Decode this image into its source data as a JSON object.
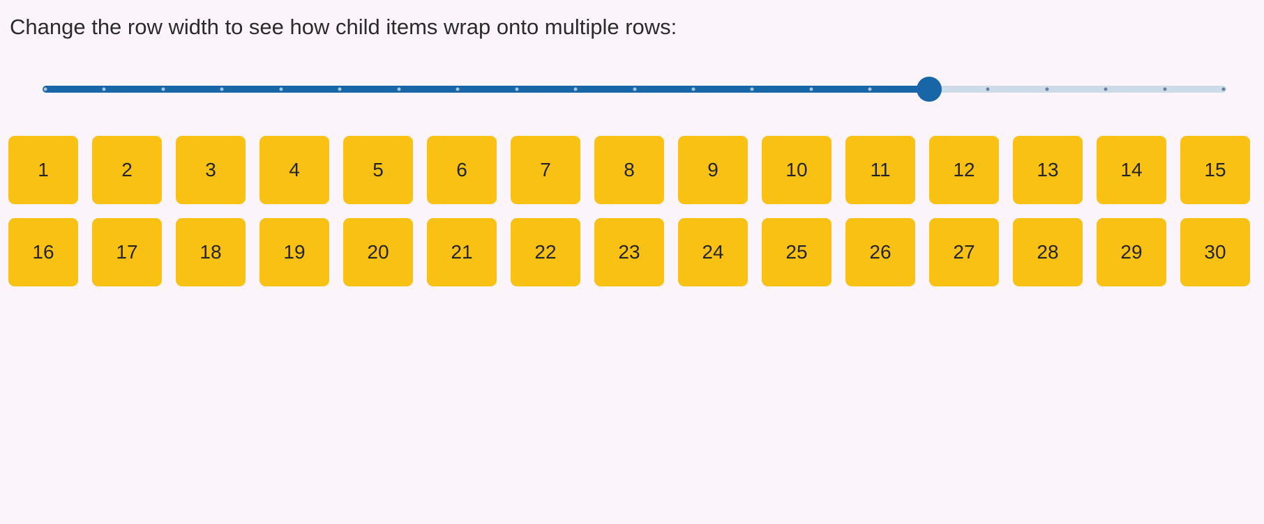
{
  "page": {
    "background": "#FBF4FA",
    "title_color": "#2B2B2B"
  },
  "instruction": {
    "text": "Change the row width to see how child items wrap onto multiple rows:"
  },
  "slider": {
    "label": "row width",
    "min": 0,
    "max": 20,
    "value": 15,
    "tick_step": 1,
    "colors": {
      "accent": "#1865A8",
      "track_unfilled": "#CDDAE8",
      "tick_on_filled": "#A6C4DF",
      "tick_on_unfilled": "#68829F"
    }
  },
  "grid": {
    "items": [
      "1",
      "2",
      "3",
      "4",
      "5",
      "6",
      "7",
      "8",
      "9",
      "10",
      "11",
      "12",
      "13",
      "14",
      "15",
      "16",
      "17",
      "18",
      "19",
      "20",
      "21",
      "22",
      "23",
      "24",
      "25",
      "26",
      "27",
      "28",
      "29",
      "30"
    ],
    "items_per_row": 15,
    "item_color": "#F8C113",
    "item_text_color": "#242424"
  }
}
